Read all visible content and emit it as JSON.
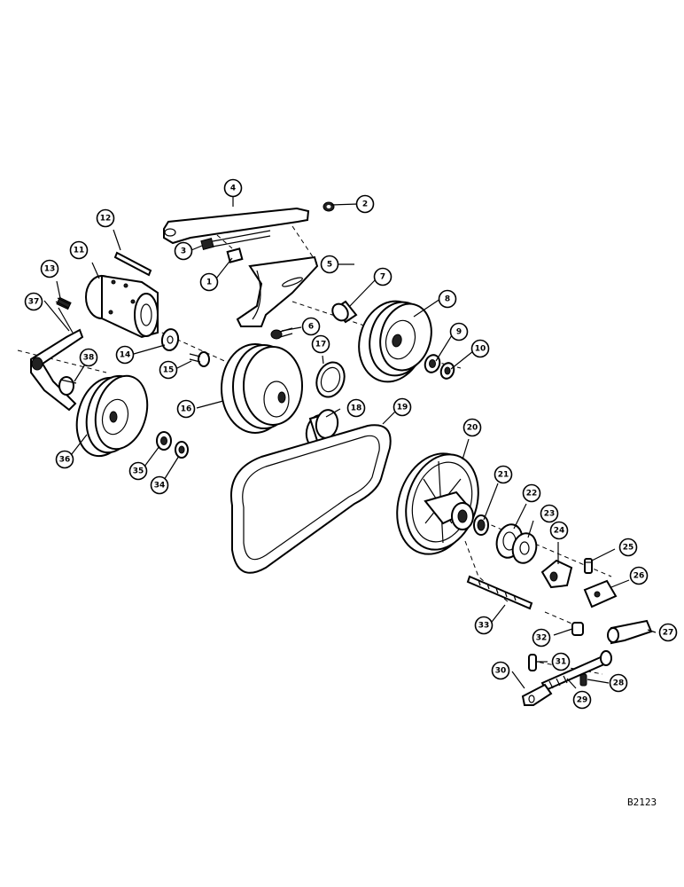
{
  "callouts": [
    {
      "id": "1",
      "label": "1"
    },
    {
      "id": "2",
      "label": "2"
    },
    {
      "id": "3",
      "label": "3"
    },
    {
      "id": "4",
      "label": "4"
    },
    {
      "id": "5",
      "label": "5"
    },
    {
      "id": "6",
      "label": "6"
    },
    {
      "id": "7",
      "label": "7"
    },
    {
      "id": "8",
      "label": "8"
    },
    {
      "id": "9",
      "label": "9"
    },
    {
      "id": "10",
      "label": "10"
    },
    {
      "id": "11",
      "label": "11"
    },
    {
      "id": "12",
      "label": "12"
    },
    {
      "id": "13",
      "label": "13"
    },
    {
      "id": "14",
      "label": "14"
    },
    {
      "id": "15",
      "label": "15"
    },
    {
      "id": "16",
      "label": "16"
    },
    {
      "id": "17",
      "label": "17"
    },
    {
      "id": "18",
      "label": "18"
    },
    {
      "id": "19",
      "label": "19"
    },
    {
      "id": "20",
      "label": "20"
    },
    {
      "id": "21",
      "label": "21"
    },
    {
      "id": "22",
      "label": "22"
    },
    {
      "id": "23",
      "label": "23"
    },
    {
      "id": "24",
      "label": "24"
    },
    {
      "id": "25",
      "label": "25"
    },
    {
      "id": "26",
      "label": "26"
    },
    {
      "id": "27",
      "label": "27"
    },
    {
      "id": "28",
      "label": "28"
    },
    {
      "id": "29",
      "label": "29"
    },
    {
      "id": "30",
      "label": "30"
    },
    {
      "id": "31",
      "label": "31"
    },
    {
      "id": "32",
      "label": "32"
    },
    {
      "id": "33",
      "label": "33"
    },
    {
      "id": "34",
      "label": "34"
    },
    {
      "id": "35",
      "label": "35"
    },
    {
      "id": "36",
      "label": "36"
    },
    {
      "id": "37",
      "label": "37"
    },
    {
      "id": "38",
      "label": "38"
    }
  ],
  "drawing_ref": "B2123"
}
